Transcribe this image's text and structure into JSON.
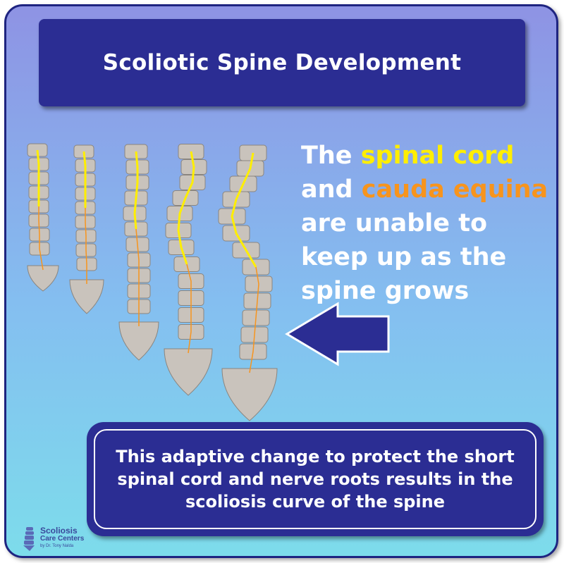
{
  "title": "Scoliotic Spine Development",
  "side_text": {
    "prefix": "The ",
    "spinal_cord": "spinal cord",
    "line2_prefix": "and ",
    "cauda_equina": "cauda equina",
    "rest": "are unable to keep up as the spine grows"
  },
  "caption": "This adaptive change to protect the short spinal cord and nerve roots results in the scoliosis curve of the spine",
  "logo": {
    "name_line1": "Scoliosis",
    "name_line2": "Care Centers",
    "tagline": "by Dr. Tony Nalda"
  },
  "colors": {
    "frame_border": "#1e2480",
    "panel": "#2b2d93",
    "spinal_cord": "#ffee00",
    "cauda_equina": "#f7941d",
    "vertebra": "#c9c3bc",
    "arrow": "#2b2d93"
  },
  "icons": {
    "arrow": "left-arrow-icon",
    "logo": "spine-logo-icon"
  }
}
